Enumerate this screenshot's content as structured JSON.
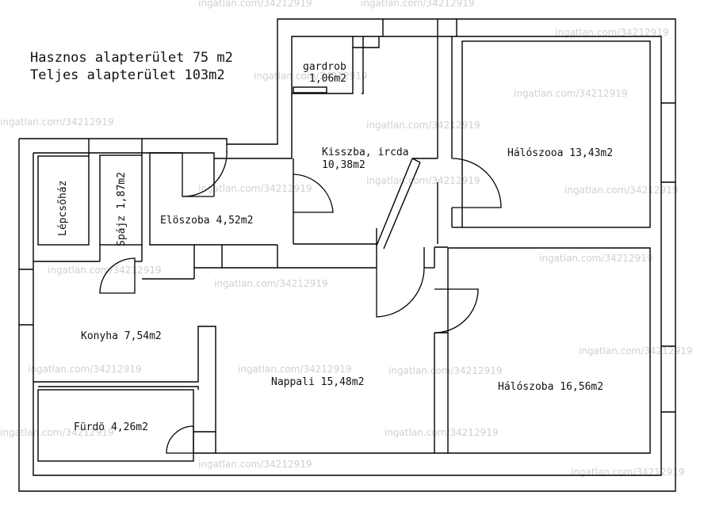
{
  "header": {
    "useful_area": "Hasznos alapterület 75 m2",
    "total_area": "Teljes alapterület 103m2"
  },
  "rooms": {
    "gardrob_name": "gardrob",
    "gardrob_area": "1,06m2",
    "study_name": "Kisszba, ircda",
    "study_area": "10,38m2",
    "bedroom1": "Hálószooa 13,43m2",
    "stairwell": "Lépcsőház",
    "pantry": "Spájz 1,87m2",
    "hall": "Elöszoba 4,52m2",
    "kitchen": "Konyha 7,54m2",
    "living": "Nappali 15,48m2",
    "bedroom2": "Hálószoba 16,56m2",
    "bathroom": "Fürdö 4,26m2"
  },
  "watermark": "ingatlan.com/34212919"
}
